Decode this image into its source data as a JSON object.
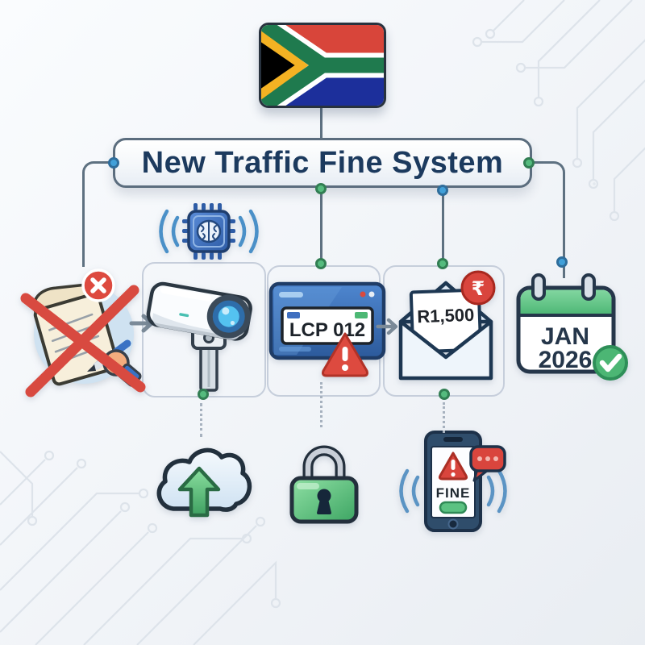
{
  "banner": {
    "title": "New Traffic Fine System"
  },
  "flag": {
    "country": "South Africa"
  },
  "plate": {
    "number": "LCP 012"
  },
  "fine": {
    "amount": "R1,500",
    "currency_symbol": "₹"
  },
  "calendar": {
    "month": "JAN",
    "year": "2026"
  },
  "phone": {
    "alert_label": "FINE"
  },
  "colors": {
    "title_navy": "#1c3a5e",
    "connector_slate": "#5e7181",
    "dot_blue": "#41a0d9",
    "dot_green": "#55bb7e",
    "alert_red": "#d9453d",
    "success_green": "#4cb674",
    "flag_red": "#d8453a",
    "flag_green": "#1f7a4e",
    "flag_blue": "#1c2f9b",
    "flag_gold": "#f4b223"
  }
}
